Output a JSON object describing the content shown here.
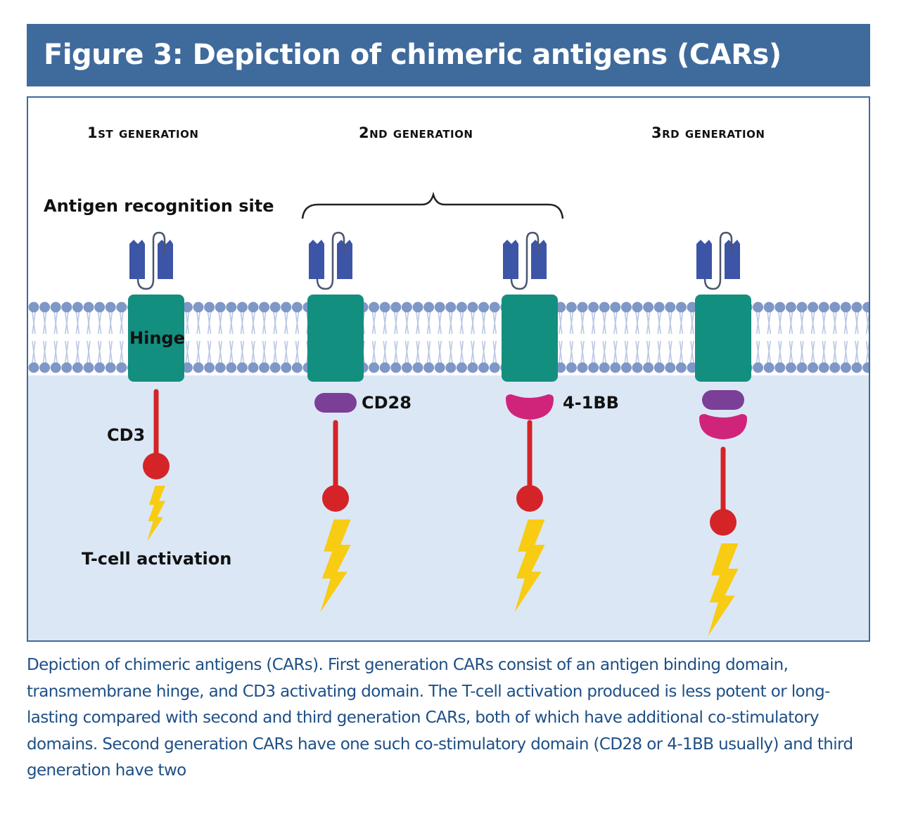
{
  "title": "Figure 3: Depiction of chimeric antigens (CARs)",
  "generations": [
    {
      "label": "1st generation"
    },
    {
      "label": "2nd generation"
    },
    {
      "label": "3rd generation"
    }
  ],
  "labels": {
    "antigen_recognition": "Antigen recognition site",
    "hinge": "Hinge",
    "cd3": "CD3",
    "tcell_activation": "T-cell activation",
    "cd28": "CD28",
    "four_1bb": "4-1BB"
  },
  "colors": {
    "title_bar": "#3f6a9c",
    "antigen_domain": "#3d55a6",
    "hinge": "#138f80",
    "cd28": "#7b3f98",
    "four_1bb": "#d0247a",
    "cd3": "#d42428",
    "activation": "#f7cc13",
    "membrane": "#7f97c6",
    "cytoplasm": "#dce7f5",
    "caption_text": "#1e4f86"
  },
  "caption": "Depiction of chimeric antigens (CARs). First generation CARs consist of an antigen binding domain, transmembrane hinge, and CD3 activating domain. The T-cell activation produced is less potent or long-lasting compared with second and third generation CARs, both of which have additional co-stimulatory domains. Second generation CARs have one such co-stimulatory domain (CD28 or 4-1BB usually) and third generation have two"
}
